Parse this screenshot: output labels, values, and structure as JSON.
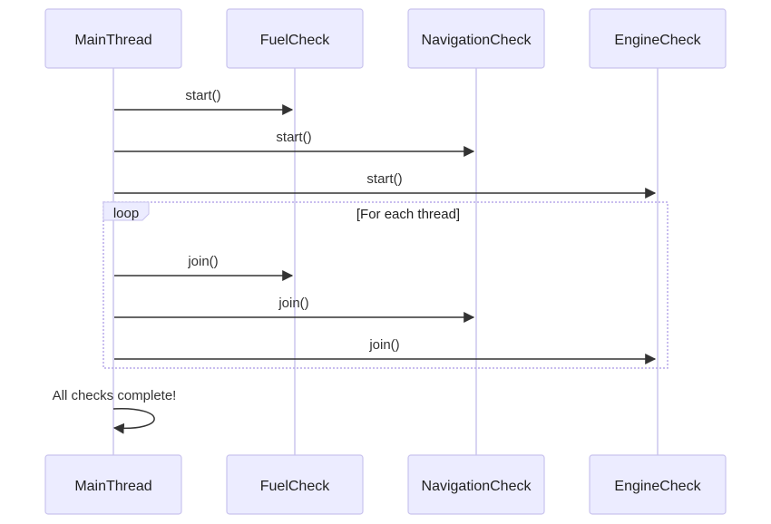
{
  "diagram": {
    "actors": [
      {
        "id": "main",
        "label": "MainThread"
      },
      {
        "id": "fuel",
        "label": "FuelCheck"
      },
      {
        "id": "nav",
        "label": "NavigationCheck"
      },
      {
        "id": "engine",
        "label": "EngineCheck"
      }
    ],
    "messages": [
      {
        "from": "main",
        "to": "fuel",
        "label": "start()"
      },
      {
        "from": "main",
        "to": "nav",
        "label": "start()"
      },
      {
        "from": "main",
        "to": "engine",
        "label": "start()"
      },
      {
        "from": "main",
        "to": "fuel",
        "label": "join()"
      },
      {
        "from": "main",
        "to": "nav",
        "label": "join()"
      },
      {
        "from": "main",
        "to": "engine",
        "label": "join()"
      }
    ],
    "loop": {
      "label": "loop",
      "condition": "[For each thread]"
    },
    "self_message": {
      "actor": "main",
      "label": "All checks complete!"
    },
    "colors": {
      "actor_fill": "#ECECFF",
      "actor_stroke": "#C9C3EE",
      "lifeline": "#CEC9EF",
      "line": "#333333"
    }
  }
}
